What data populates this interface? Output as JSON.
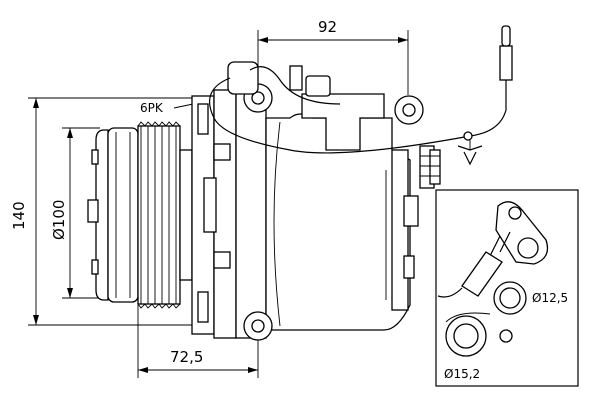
{
  "dimensions": {
    "width_label": "92",
    "height_label": "140",
    "pulley_diameter_label": "Ø100",
    "depth_label": "72,5"
  },
  "labels": {
    "belt": "6PK",
    "port_small": "Ø12,5",
    "port_large": "Ø15,2"
  },
  "colors": {
    "line": "#000000",
    "background": "#ffffff"
  }
}
